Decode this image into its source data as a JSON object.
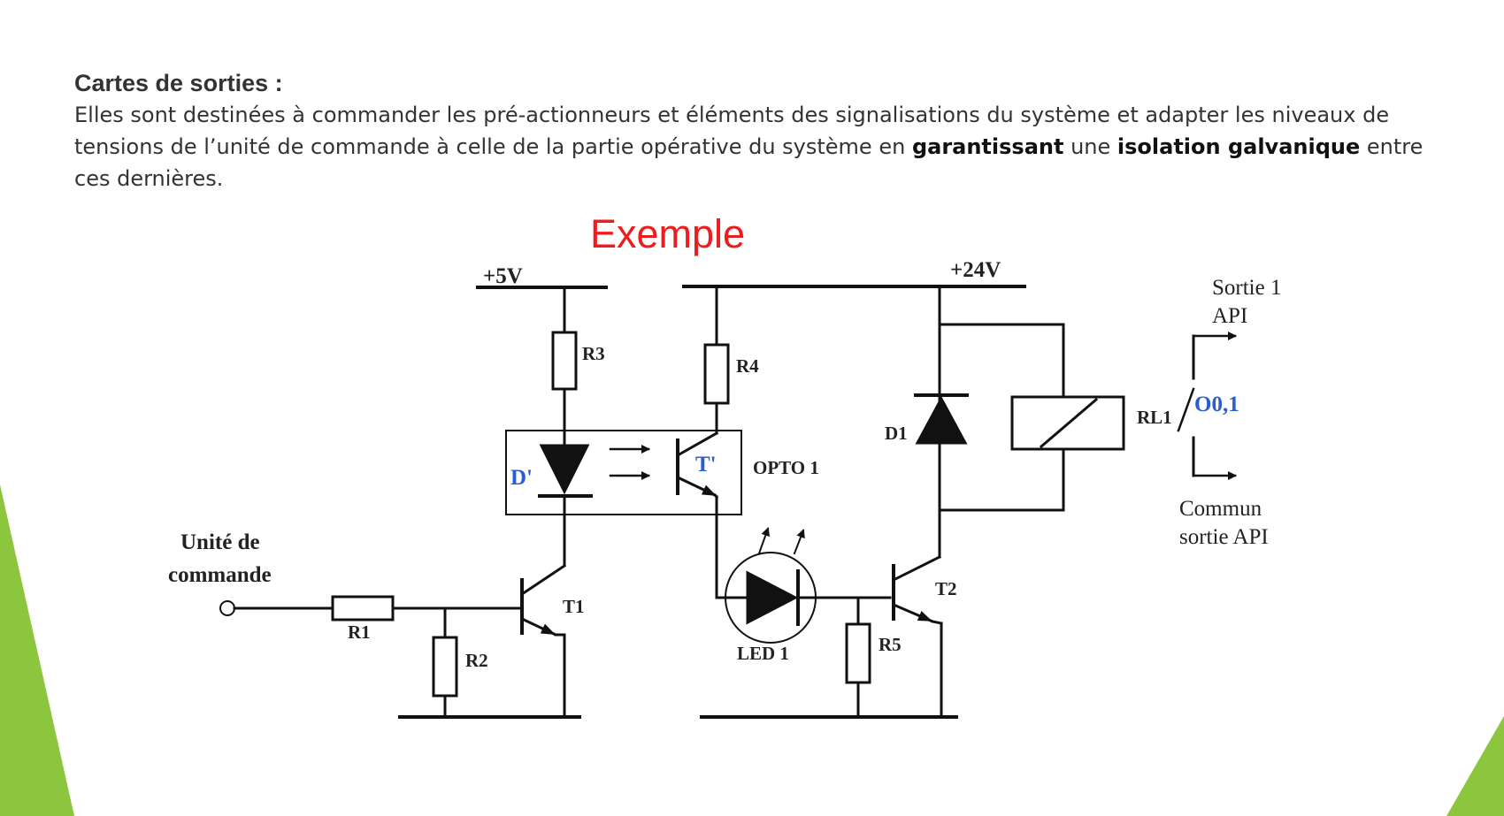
{
  "slide": {
    "heading": "Cartes de sorties :",
    "paragraph": {
      "part1": "Elles sont destinées à commander les pré-actionneurs et éléments des signalisations du système et adapter les niveaux de tensions de l’unité de commande à celle de la partie opérative du système en ",
      "bold1": "garantissant",
      "part2": " une ",
      "bold2": "isolation galvanique",
      "part3": " entre ces dernières."
    },
    "example_title": "Exemple"
  },
  "diagram": {
    "supply_5v": "+5V",
    "supply_24v": "+24V",
    "r1": "R1",
    "r2": "R2",
    "r3": "R3",
    "r4": "R4",
    "r5": "R5",
    "t1": "T1",
    "t2": "T2",
    "d1": "D1",
    "d_prime": "D'",
    "t_prime": "T'",
    "opto": "OPTO 1",
    "led": "LED 1",
    "relay": "RL1",
    "contact": "O0,1",
    "input_line1": "Unité de",
    "input_line2": "commande",
    "out_line1": "Sortie 1",
    "out_line2": "API",
    "common_line1": "Commun",
    "common_line2": "sortie API"
  },
  "colors": {
    "accent_green": "#8cc63f",
    "title_red": "#ee1c1c",
    "label_blue": "#2b5cd0"
  }
}
